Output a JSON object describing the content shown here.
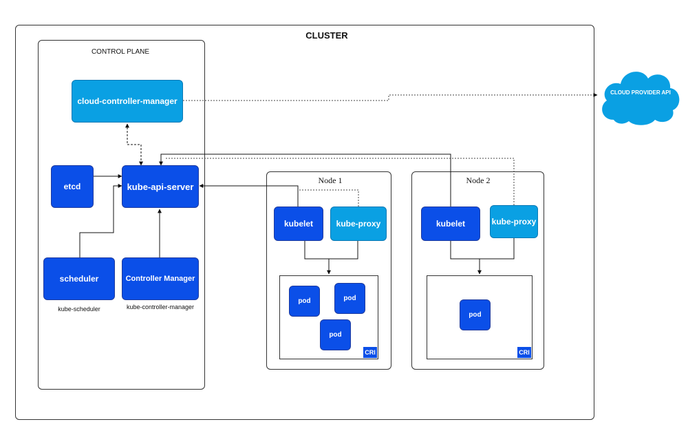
{
  "cluster": {
    "title": "CLUSTER"
  },
  "control_plane": {
    "title": "CONTROL PLANE",
    "cloud_controller_manager": "cloud-controller-manager",
    "etcd": "etcd",
    "api_server": "kube-api-server",
    "scheduler": "scheduler",
    "scheduler_caption": "kube-scheduler",
    "controller_manager": "Controller Manager",
    "controller_manager_caption": "kube-controller-manager"
  },
  "cloud_provider": {
    "label": "CLOUD PROVIDER API"
  },
  "node1": {
    "title": "Node 1",
    "kubelet": "kubelet",
    "kube_proxy": "kube-proxy",
    "pods": [
      "pod",
      "pod",
      "pod"
    ],
    "runtime_badge": "CRI"
  },
  "node2": {
    "title": "Node 2",
    "kubelet": "kubelet",
    "kube_proxy": "kube-proxy",
    "pods": [
      "pod"
    ],
    "runtime_badge": "CRI"
  },
  "colors": {
    "dark_component": "#0b4fe8",
    "light_component": "#0aa0e3",
    "border": "#333333"
  }
}
